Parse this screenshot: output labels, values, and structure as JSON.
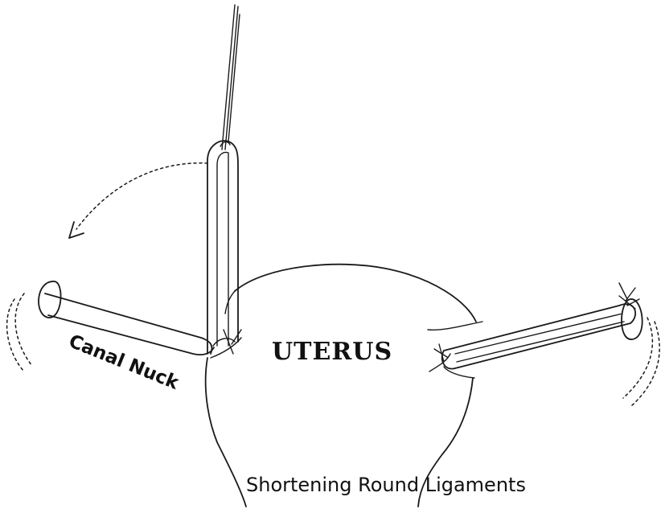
{
  "labels": {
    "uterus": "UTERUS",
    "canal": "Canal Nuck",
    "caption": "Shortening Round Ligaments"
  },
  "colors": {
    "ink": "#1a1a1a",
    "paper": "#ffffff"
  }
}
